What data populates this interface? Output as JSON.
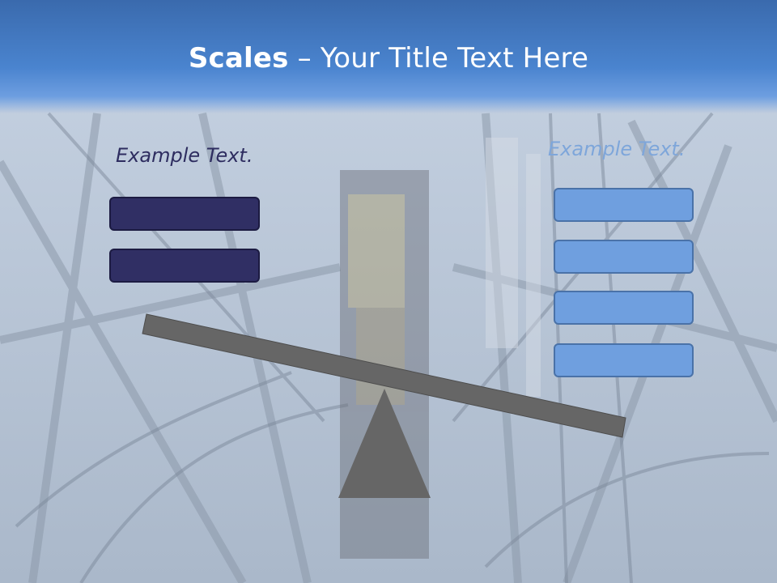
{
  "slide": {
    "title_bold": "Scales",
    "title_rest": " – Your Title Text Here",
    "left_label": "Example Text.",
    "right_label": "Example Text."
  },
  "colors": {
    "header": "#4a84cf",
    "dark_box": "#302f64",
    "light_box": "#6f9fdf",
    "beam": "#666666"
  },
  "scale": {
    "left_boxes": 2,
    "right_boxes": 4
  }
}
